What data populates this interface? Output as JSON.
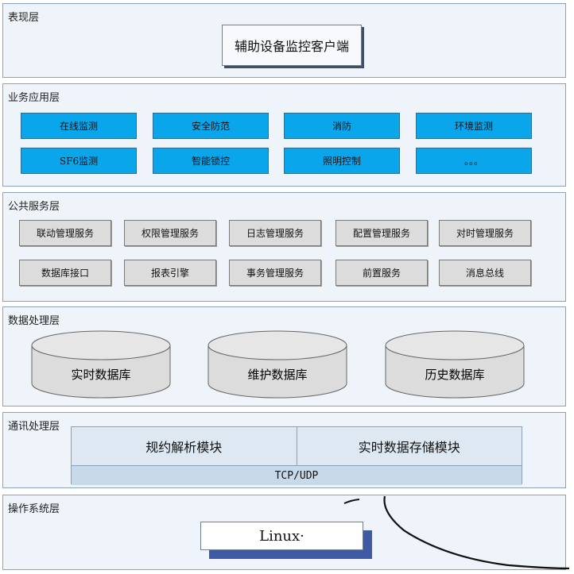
{
  "layers": {
    "presentation": {
      "title": "表现层",
      "client": "辅助设备监控客户端"
    },
    "business": {
      "title": "业务应用层",
      "row1": [
        "在线监测",
        "安全防范",
        "消防",
        "环境监测"
      ],
      "row2": [
        "SF6监测",
        "智能锁控",
        "照明控制",
        "。。。"
      ]
    },
    "service": {
      "title": "公共服务层",
      "row1": [
        "联动管理服务",
        "权限管理服务",
        "日志管理服务",
        "配置管理服务",
        "对时管理服务"
      ],
      "row2": [
        "数据库接口",
        "报表引擎",
        "事务管理服务",
        "前置服务",
        "消息总线"
      ]
    },
    "data": {
      "title": "数据处理层",
      "databases": [
        "实时数据库",
        "维护数据库",
        "历史数据库"
      ]
    },
    "comm": {
      "title": "通讯处理层",
      "modules": [
        "规约解析模块",
        "实时数据存储模块"
      ],
      "protocol": "TCP/UDP"
    },
    "os": {
      "title": "操作系统层",
      "os_name": "Linux·"
    }
  },
  "colors": {
    "business_block": "#0aa6ec",
    "service_block": "#dcdcdc",
    "layer_bg": "#eef4fa",
    "linux_shadow": "#3e5aa5"
  }
}
